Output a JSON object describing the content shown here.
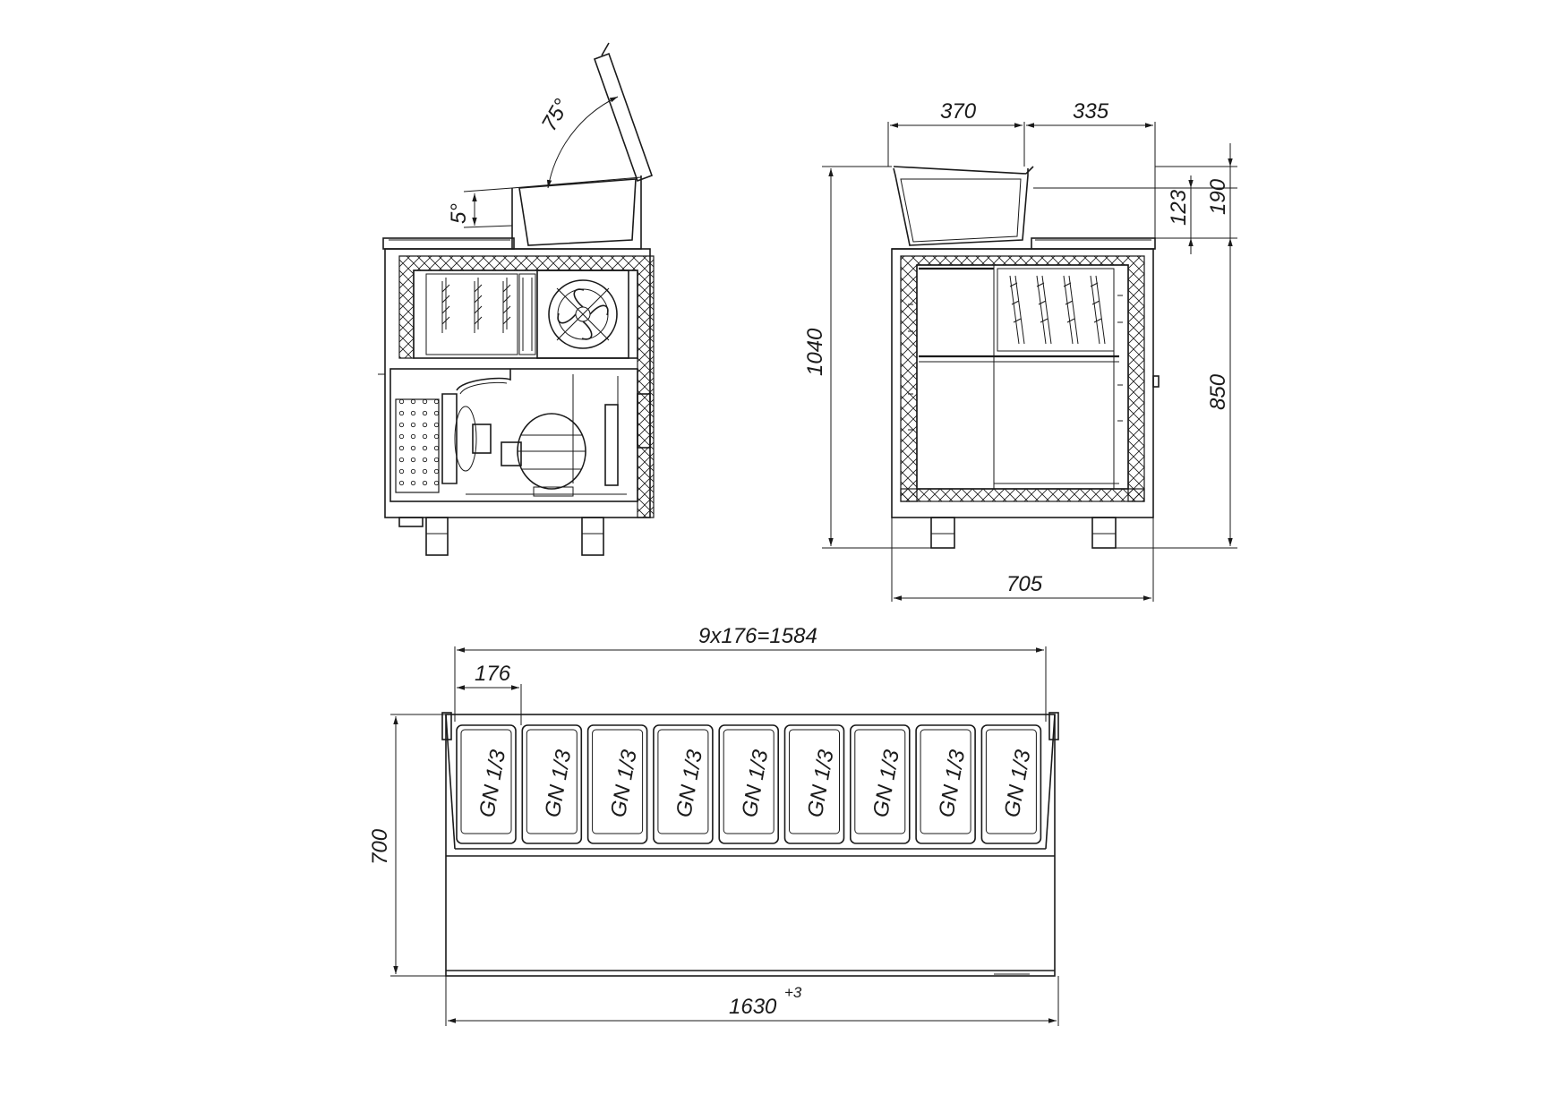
{
  "drawing": {
    "side_view": {
      "lid_angle": "75°",
      "tilt_angle": "5°"
    },
    "front_view": {
      "width_left": "370",
      "width_right": "335",
      "total_height": "1040",
      "pan_depth": "123",
      "top_height": "190",
      "body_height": "850",
      "depth": "705"
    },
    "top_view": {
      "total_pitch": "9x176=1584",
      "pitch": "176",
      "depth": "700",
      "length": "1630",
      "length_tolerance": "+3",
      "pan_label": "GN 1/3",
      "pan_count": 9
    }
  }
}
